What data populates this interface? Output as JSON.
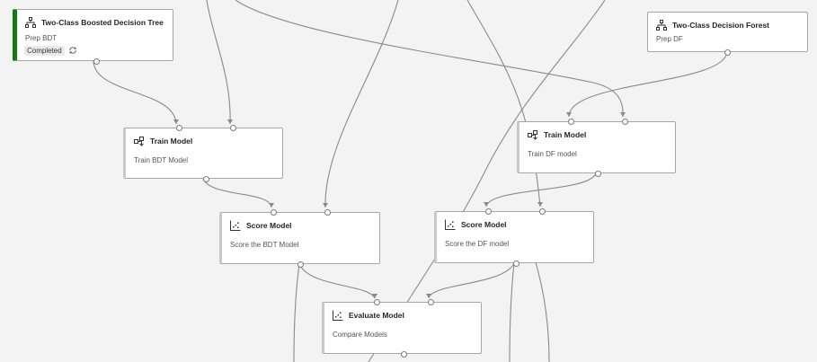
{
  "nodes": {
    "boosted_tree": {
      "title": "Two-Class Boosted Decision Tree",
      "comment": "Prep BDT",
      "status": "Completed",
      "icon": "tree-icon"
    },
    "decision_forest": {
      "title": "Two-Class Decision Forest",
      "comment": "Prep DF",
      "icon": "tree-icon"
    },
    "train_bdt": {
      "title": "Train Model",
      "comment": "Train BDT Model",
      "icon": "train-icon"
    },
    "train_df": {
      "title": "Train Model",
      "comment": "Train DF model",
      "icon": "train-icon"
    },
    "score_bdt": {
      "title": "Score Model",
      "comment": "Score the BDT Model",
      "icon": "score-icon"
    },
    "score_df": {
      "title": "Score Model",
      "comment": "Score the DF model",
      "icon": "score-icon"
    },
    "evaluate": {
      "title": "Evaluate Model",
      "comment": "Compare Models",
      "icon": "evaluate-icon"
    }
  },
  "colors": {
    "completed": "#107c10",
    "edge": "#8a8a8a",
    "canvas": "#f3f3f3"
  }
}
